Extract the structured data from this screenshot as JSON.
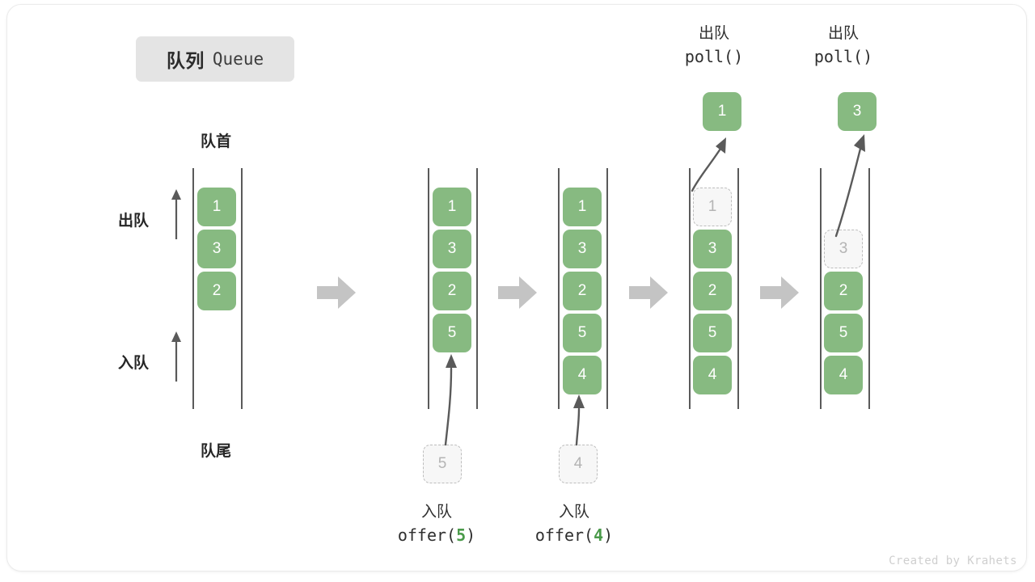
{
  "title": {
    "cn": "队列",
    "en": "Queue"
  },
  "labels": {
    "head": "队首",
    "tail": "队尾",
    "dequeue": "出队",
    "enqueue": "入队"
  },
  "colors": {
    "item_fill": "#87ba81",
    "item_text": "#ffffff",
    "ghost_fill": "#f7f7f7",
    "ghost_border": "#bdbdbd",
    "ghost_text": "#b4b4b4",
    "rail": "#5a5a5a",
    "step_arrow": "#c4c4c4",
    "badge_bg": "#e4e4e4",
    "code_accent": "#4a9a4a"
  },
  "watermark": "Created by Krahets",
  "steps": [
    {
      "id": "initial",
      "items": [
        "1",
        "3",
        "2"
      ],
      "ghost_index": null,
      "operation": null,
      "pending_value": null,
      "popped_value": null
    },
    {
      "id": "offer-5",
      "items": [
        "1",
        "3",
        "2",
        "5"
      ],
      "ghost_index": null,
      "operation": {
        "cn": "入队",
        "code_prefix": "offer(",
        "code_value": "5",
        "code_suffix": ")"
      },
      "pending_value": "5",
      "popped_value": null
    },
    {
      "id": "offer-4",
      "items": [
        "1",
        "3",
        "2",
        "5",
        "4"
      ],
      "ghost_index": null,
      "operation": {
        "cn": "入队",
        "code_prefix": "offer(",
        "code_value": "4",
        "code_suffix": ")"
      },
      "pending_value": "4",
      "popped_value": null
    },
    {
      "id": "poll-1",
      "items": [
        "1",
        "3",
        "2",
        "5",
        "4"
      ],
      "ghost_index": 0,
      "operation": {
        "cn": "出队",
        "code_prefix": "poll(",
        "code_value": "",
        "code_suffix": ")"
      },
      "pending_value": null,
      "popped_value": "1"
    },
    {
      "id": "poll-3",
      "items": [
        "3",
        "2",
        "5",
        "4"
      ],
      "ghost_index": 0,
      "operation": {
        "cn": "出队",
        "code_prefix": "poll(",
        "code_value": "",
        "code_suffix": ")"
      },
      "pending_value": null,
      "popped_value": "3"
    }
  ],
  "step_arrows": [
    "arrow-right-icon",
    "arrow-right-icon",
    "arrow-right-icon",
    "arrow-right-icon"
  ]
}
